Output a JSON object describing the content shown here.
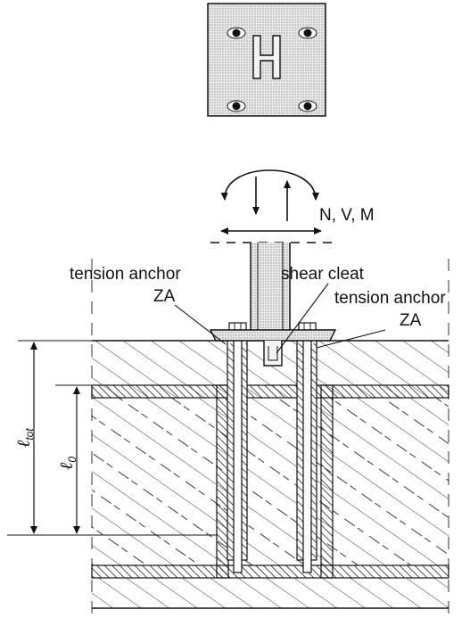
{
  "labels": {
    "loads": "N, V, M",
    "shear_cleat": "shear cleat",
    "anchor_left_line1": "tension anchor",
    "anchor_left_line2": "ZA",
    "anchor_right_line1": "tension anchor",
    "anchor_right_line2": "ZA",
    "l_tot_symbol": "ℓ",
    "l_tot_subscript": "tot",
    "l_0_symbol": "ℓ",
    "l_0_subscript": "0"
  },
  "colors": {
    "line": "#111111",
    "plate_fill": "#d9d9d9",
    "hole_fill": "#111111",
    "column_fill": "#e6e6e6",
    "hatch": "#222222",
    "dash": "#555555"
  }
}
